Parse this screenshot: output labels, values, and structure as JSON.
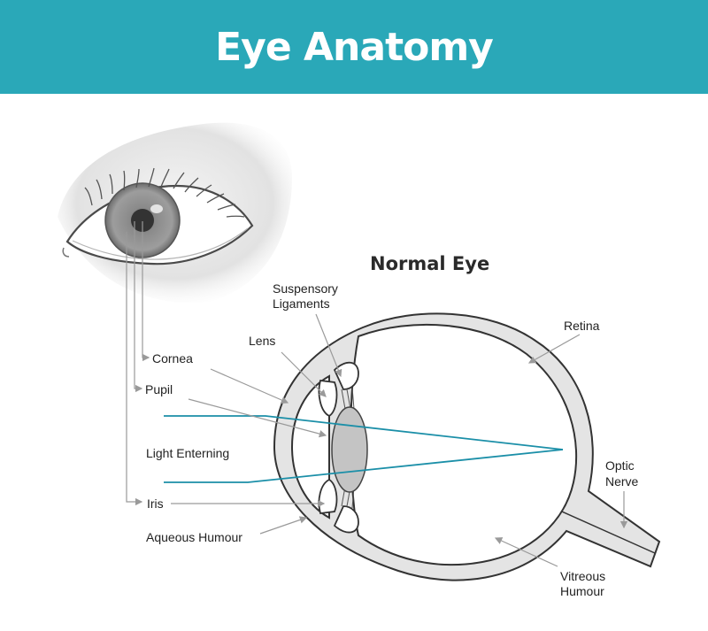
{
  "header": {
    "title": "Eye Anatomy"
  },
  "diagram": {
    "subtitle": "Normal Eye",
    "labels": {
      "cornea": "Cornea",
      "pupil": "Pupil",
      "light_entering": "Light Enterning",
      "iris": "Iris",
      "aqueous_humour": "Aqueous Humour",
      "lens": "Lens",
      "suspensory_1": "Suspensory",
      "suspensory_2": "Ligaments",
      "retina": "Retina",
      "optic_1": "Optic",
      "optic_2": "Nerve",
      "vitreous_1": "Vitreous",
      "vitreous_2": "Humour"
    },
    "colors": {
      "header_bg": "#2aa8b8",
      "light_ray": "#1b8fa8",
      "outline": "#333333",
      "sclera_fill": "#e4e4e4",
      "lens_fill": "#c4c4c4"
    }
  }
}
